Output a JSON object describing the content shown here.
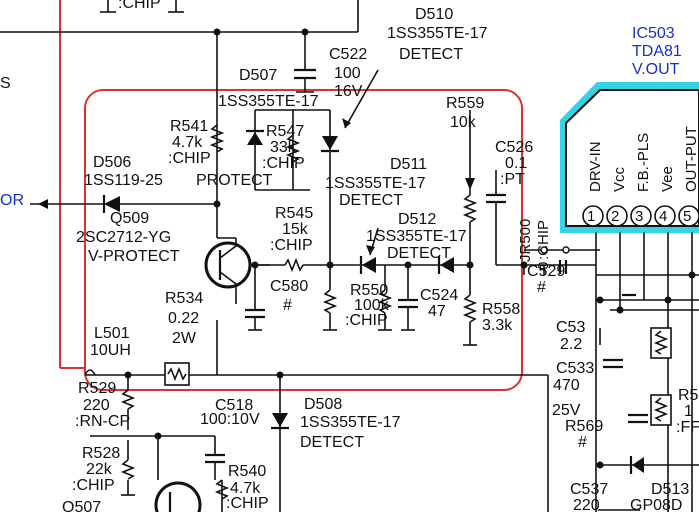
{
  "colors": {
    "highlight": "#d83434",
    "ic_outline": "#35d3e6",
    "ic_label": "#1a2fc8",
    "wire": "#111111"
  },
  "ic": {
    "name": "IC503",
    "part": "TDA81",
    "function": "V.OUT",
    "pins": [
      {
        "num": "1",
        "label": "DRV-IN"
      },
      {
        "num": "2",
        "label": "Vcc"
      },
      {
        "num": "3",
        "label": "F.B.-PLS"
      },
      {
        "num": "4",
        "label": "Vee"
      },
      {
        "num": "5",
        "label": "OUT-PUT"
      }
    ]
  },
  "left_fragments": {
    "s": "S",
    "or": "OR",
    "chip_top": ":CHIP"
  },
  "components": {
    "d510": {
      "ref": "D510",
      "part": "1SS355TE-17",
      "role": "DETECT"
    },
    "d507": {
      "ref": "D507",
      "part": "1SS355TE-17"
    },
    "c522": {
      "ref": "C522",
      "value": "100",
      "rating": "16V"
    },
    "r541": {
      "ref": "R541",
      "value": "4.7k",
      "pkg": ":CHIP"
    },
    "r547": {
      "ref": "R547",
      "value": "33k",
      "pkg": ":CHIP"
    },
    "d506": {
      "ref": "D506",
      "part": "1SS119-25",
      "role": "PROTECT"
    },
    "q509": {
      "ref": "Q509",
      "part": "2SC2712-YG",
      "role": "V-PROTECT"
    },
    "r545": {
      "ref": "R545",
      "value": "15k",
      "pkg": ":CHIP"
    },
    "d511": {
      "ref": "D511",
      "part": "1SS355TE-17",
      "role": "DETECT"
    },
    "d512": {
      "ref": "D512",
      "part": "1SS355TE-17",
      "role": "DETECT"
    },
    "r559": {
      "ref": "R559",
      "value": "10k"
    },
    "c526": {
      "ref": "C526",
      "value": "0.1",
      "pkg": ":PT"
    },
    "jr500": {
      "ref": "JR500",
      "value": "0",
      "pkg": ":CHIP"
    },
    "c580": {
      "ref": "C580",
      "value": "#"
    },
    "r534": {
      "ref": "R534",
      "value": "0.22",
      "rating": "2W"
    },
    "r550": {
      "ref": "R550",
      "value": "100k",
      "pkg": ":CHIP"
    },
    "c524": {
      "ref": "C524",
      "value": "47"
    },
    "r558": {
      "ref": "R558",
      "value": "3.3k"
    },
    "c529": {
      "ref": "C529",
      "value": "#"
    },
    "l501": {
      "ref": "L501",
      "value": "10UH"
    },
    "r529": {
      "ref": "R529",
      "value": "220",
      "pkg": ":RN-CP"
    },
    "c518": {
      "ref": "C518",
      "value": "100:10V"
    },
    "d508": {
      "ref": "D508",
      "part": "1SS355TE-17",
      "role": "DETECT"
    },
    "r528": {
      "ref": "R528",
      "value": "22k",
      "pkg": ":CHIP"
    },
    "r540": {
      "ref": "R540",
      "value": "4.7k",
      "pkg": ":CHIP"
    },
    "q507": {
      "ref": "Q507"
    },
    "c53x": {
      "ref": "C53",
      "value": "2.2"
    },
    "c533": {
      "ref": "C533",
      "value": "470",
      "rating": "25V"
    },
    "r569": {
      "ref": "R569",
      "value": "#"
    },
    "c537": {
      "ref": "C537",
      "value": "220"
    },
    "d513": {
      "ref": "D513",
      "part": "GP08D"
    },
    "r5x": {
      "ref": "R5",
      "value": "1",
      "pkg": ":FF"
    }
  }
}
